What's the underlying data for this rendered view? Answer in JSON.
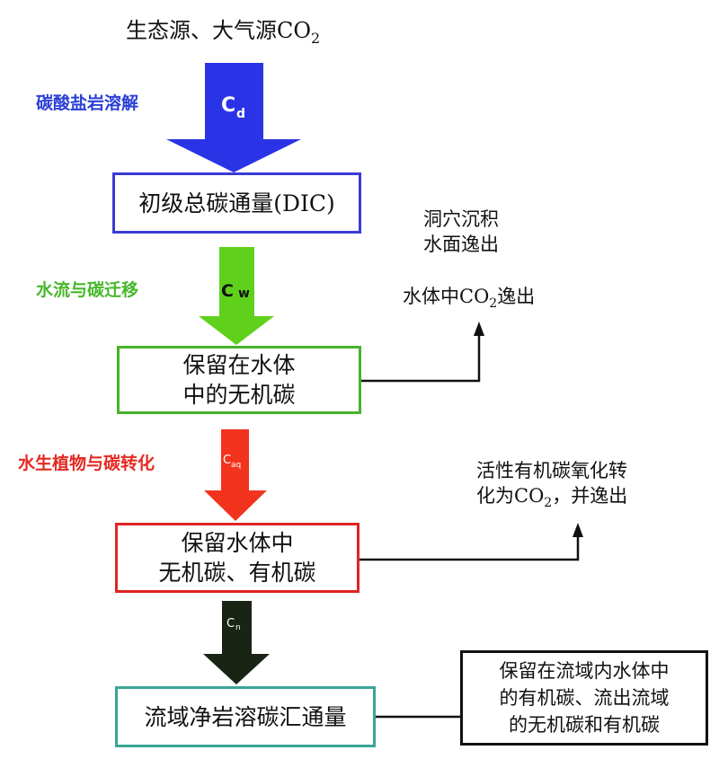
{
  "source": {
    "text": "生态源、大气源CO",
    "sub": "2"
  },
  "steps": [
    {
      "label": "碳酸盐岩溶解",
      "arrow_symbol": "C",
      "arrow_sub": "d",
      "arrow_color": "#2a34e6",
      "box_lines": [
        "初级总碳通量(DIC)"
      ],
      "box_color": "#3a3ad8"
    },
    {
      "label": "水流与碳迁移",
      "arrow_symbol": "C",
      "arrow_sub": "w",
      "arrow_color": "#5fd11b",
      "box_lines": [
        "保留在水体",
        "中的无机碳"
      ],
      "box_color": "#45b32a"
    },
    {
      "label": "水生植物与碳转化",
      "arrow_symbol": "C",
      "arrow_sub": "aq",
      "arrow_color": "#f2331e",
      "box_lines": [
        "保留水体中",
        "无机碳、有机碳"
      ],
      "box_color": "#e02424"
    },
    {
      "label": "",
      "arrow_symbol": "C",
      "arrow_sub": "n",
      "arrow_color": "#1a2414",
      "box_lines": [
        "流域净岩溶碳汇通量"
      ],
      "box_color": "#3aa596"
    }
  ],
  "notes": {
    "cave": [
      "洞穴沉积",
      "水面逸出"
    ],
    "co2_escape": {
      "prefix": "水体中CO",
      "sub": "2",
      "suffix": "逸出"
    },
    "organic_conversion": {
      "line1": "活性有机碳氧化转",
      "line2_prefix": "化为CO",
      "line2_sub": "2",
      "line2_suffix": "，并逸出"
    },
    "retained_box": [
      "保留在流域内水体中",
      "的有机碳、流出流域",
      "的无机碳和有机碳"
    ]
  }
}
